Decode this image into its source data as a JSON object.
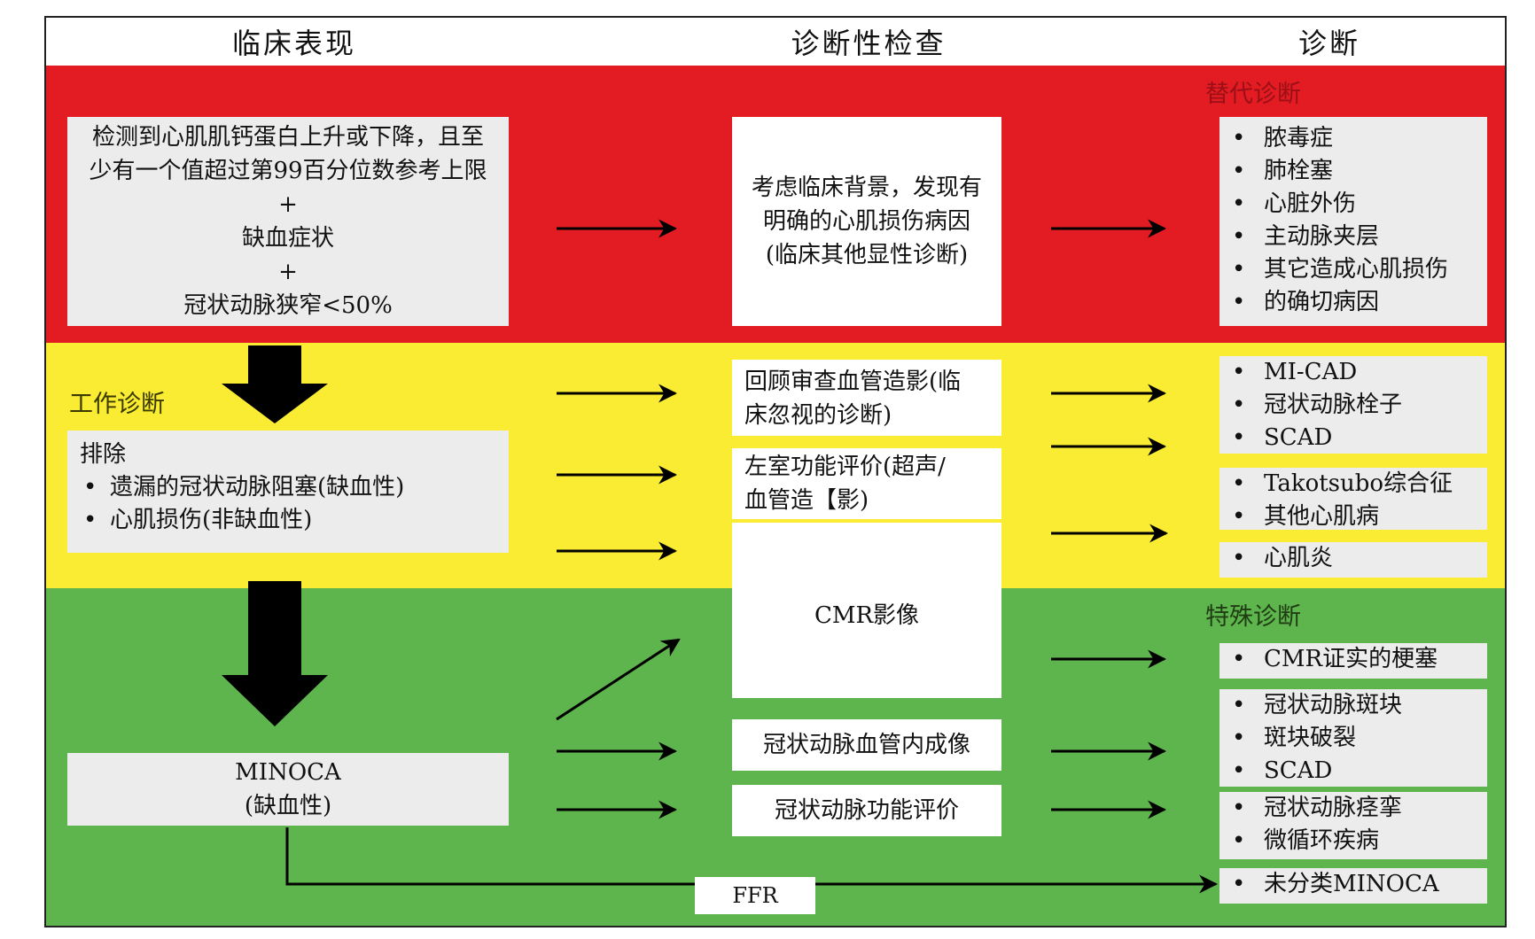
{
  "headers": {
    "clinical": "临床表现",
    "tests": "诊断性检查",
    "diagnosis": "诊断"
  },
  "labels": {
    "alternative": "替代诊断",
    "working": "工作诊断",
    "specific": "特殊诊断"
  },
  "clinical_box": {
    "line1": "检测到心肌肌钙蛋白上升或下降，且至",
    "line2": "少有一个值超过第99百分位数参考上限",
    "plus1": "+",
    "line3": "缺血症状",
    "plus2": "+",
    "line4": "冠状动脉狭窄<50%"
  },
  "exclude_box": {
    "title": "排除",
    "items": [
      "遗漏的冠状动脉阻塞(缺血性)",
      "心肌损伤(非缺血性)"
    ]
  },
  "minoca_box": {
    "line1": "MINOCA",
    "line2": "(缺血性)"
  },
  "tests": {
    "clinical_context": [
      "考虑临床背景，发现有",
      "明确的心肌损伤病因",
      "(临床其他显性诊断)"
    ],
    "angio_review": [
      "回顾审查血管造影(临",
      "床忽视的诊断)"
    ],
    "lv_function": [
      "左室功能评价(超声/",
      "血管造【影)"
    ],
    "cmr": "CMR影像",
    "intravascular": "冠状动脉血管内成像",
    "functional": "冠状动脉功能评价",
    "ffr": "FFR"
  },
  "diagnoses": {
    "alternative": [
      "脓毒症",
      "肺栓塞",
      "心脏外伤",
      "主动脉夹层",
      "其它造成心肌损伤",
      "的确切病因"
    ],
    "group1": [
      "MI-CAD",
      "冠状动脉栓子",
      "SCAD"
    ],
    "group2": [
      "Takotsubo综合征",
      "其他心肌病"
    ],
    "group3": [
      "心肌炎"
    ],
    "group4": [
      "CMR证实的梗塞"
    ],
    "group5": [
      "冠状动脉斑块",
      "斑块破裂",
      "SCAD"
    ],
    "group6": [
      "冠状动脉痉挛",
      "微循环疾病"
    ],
    "group7": [
      "未分类MINOCA"
    ]
  },
  "colors": {
    "red_band": "#E31B23",
    "yellow_band": "#FAEC32",
    "green_band": "#5EB44D",
    "box_gray": "#ECECEC"
  }
}
